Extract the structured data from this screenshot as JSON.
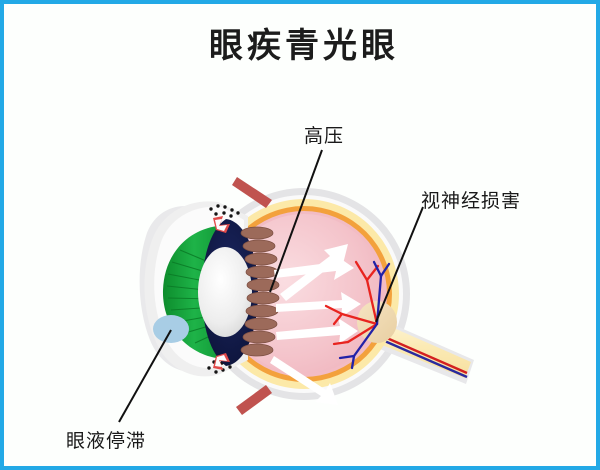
{
  "page": {
    "title": "眼疾青光眼",
    "border_color": "#22a9e6",
    "background": "#fdfffd"
  },
  "labels": {
    "high_pressure": "高压",
    "optic_nerve_damage": "视神经损害",
    "aqueous_stasis": "眼液停滞"
  },
  "diagram": {
    "name": "glaucoma-eye-cross-section",
    "colors": {
      "sclera_outer": "#e4e4e6",
      "sclera_white": "#f7f7f7",
      "choroid_yellow": "#fce9a8",
      "choroid_orange": "#f3a13c",
      "retina_pink": "#f2bcc4",
      "vitreous_pink": "#f6cdd2",
      "cornea_green": "#13a538",
      "iris_navy": "#121a4a",
      "lens_white": "#ededed",
      "ciliary_brown": "#9c6a5a",
      "aqueous_blue": "#a8cde5",
      "muscle_red": "#c0534f",
      "artery_red": "#e8241f",
      "vein_blue": "#2222a8",
      "optic_disc": "#f0d9ae",
      "nerve_yellow": "#fbeab4",
      "arrow_white": "#ffffff",
      "leader_line": "#111111"
    },
    "structures": [
      "cornea",
      "iris",
      "lens",
      "ciliary-body",
      "vitreous-chamber",
      "retina",
      "choroid",
      "sclera",
      "optic-disc",
      "optic-nerve",
      "retinal-artery",
      "retinal-vein",
      "aqueous-humor-blockage",
      "extraocular-muscle",
      "trabecular-meshwork-speckles"
    ],
    "pressure_arrow_count": 5
  }
}
